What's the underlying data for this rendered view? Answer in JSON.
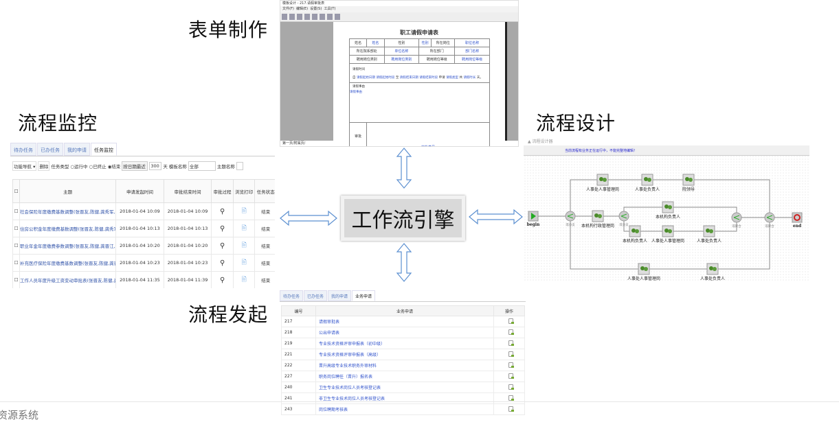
{
  "labels": {
    "form_design": "表单制作",
    "monitor": "流程监控",
    "design": "流程设计",
    "launch": "流程发起",
    "engine": "工作流引擎",
    "footer": "资源系统"
  },
  "form": {
    "title_bar": "模板设计 - 217.请假审批表",
    "menu": [
      "文件(F)",
      "编辑(E)",
      "设置(S)",
      "工具(T)"
    ],
    "page_tabs": "第一页/附属页/",
    "doc_title": "职工请假申请表",
    "rows": [
      [
        "姓名",
        "姓名",
        "性别",
        "性别",
        "所在岗位",
        "职位名称"
      ],
      [
        "所在院系部处",
        "单位名称",
        "所在部门",
        "部门名称"
      ],
      [
        "聘用岗位类别",
        "聘用岗位类别",
        "聘用岗位等级",
        "聘用岗位等级"
      ]
    ],
    "leave_time": "请假时间",
    "leave_line": [
      "自",
      "请假起始日期",
      "请假起始时段",
      "至",
      "请假结束日期",
      "请假结束时段",
      "申请",
      "请假类型",
      "共",
      "请假时长",
      "天。"
    ],
    "reason_label": "请假事由",
    "reason_value": "请假事由",
    "approve_label": "审批",
    "approve_value": "审批意见"
  },
  "monitor": {
    "tabs": [
      "待办任务",
      "已办任务",
      "我的申请",
      "任务监控"
    ],
    "toolbar": {
      "nav": "功能导航 ▾",
      "delete": "删除",
      "type_label": "任务类型",
      "radios": [
        "运行中",
        "已终止",
        "结束"
      ],
      "date_select": "按日期最近",
      "days": "300",
      "days_unit": "天",
      "template_label": "模板名称",
      "template_value": "全部",
      "subject_label": "主题名称"
    },
    "columns": [
      "主题",
      "申请发起时间",
      "审批结束时间",
      "审批过程",
      "浏览打印",
      "任务状态"
    ],
    "rows": [
      {
        "subject": "社会保险年度缴费基数调整(张晋友,陈健,龚秀军,龚晋...",
        "start": "2018-01-04 10:09",
        "end": "2018-01-04 10:09",
        "status": "结束"
      },
      {
        "subject": "住房公积金年度缴费基数调整(张晋友,陈健,龚秀军,龚...",
        "start": "2018-01-04 10:13",
        "end": "2018-01-04 10:13",
        "status": "结束"
      },
      {
        "subject": "职业年金年度缴费参数调整(张晋友,陈健,龚晋江,陈瑶...",
        "start": "2018-01-04 10:20",
        "end": "2018-01-04 10:20",
        "status": "结束"
      },
      {
        "subject": "补充医疗保险年度缴费基数调整(张晋友,陈健,龚晋江...",
        "start": "2018-01-04 10:23",
        "end": "2018-01-04 10:23",
        "status": "结束"
      },
      {
        "subject": "工作人员年度升级工资变动审批表(张晋友,陈健,龚秀...",
        "start": "2018-01-04 11:35",
        "end": "2018-01-04 11:39",
        "status": "结束"
      }
    ]
  },
  "design": {
    "title": "流程设计器",
    "toolbar_note": "当前流程有业务正在运行中，不能完整地编辑！",
    "nodes": {
      "begin": "begin",
      "end": "end",
      "split1": "或分支",
      "split2": "或分支",
      "join1": "或聚合",
      "join2": "或聚合",
      "a1": "人事处人事管理岗",
      "a2": "人事处负责人",
      "a3": "院领导",
      "b1": "本机构行政管理岗",
      "c1": "本机构负责人",
      "d1": "本机构负责人",
      "d2": "人事处人事管理岗",
      "d3": "人事处负责人",
      "e1": "人事处人事管理岗",
      "e2": "人事处负责人"
    }
  },
  "launch": {
    "tabs": [
      "待办任务",
      "已办任务",
      "我的申请",
      "业务申请"
    ],
    "columns": [
      "编号",
      "业务申请",
      "操作"
    ],
    "rows": [
      [
        "217",
        "请假审批表"
      ],
      [
        "218",
        "公出申请表"
      ],
      [
        "219",
        "专业技术资格评审申报表（初中级）"
      ],
      [
        "221",
        "专业技术资格评审申报表（高级）"
      ],
      [
        "222",
        "晋升高级专业技术职务外审材料"
      ],
      [
        "227",
        "职务岗位聘任（晋升）报名表"
      ],
      [
        "240",
        "卫生专业技术岗位人员考核登记表"
      ],
      [
        "241",
        "非卫生专业技术岗位人员考核登记表"
      ],
      [
        "243",
        "岗位聘期考核表"
      ]
    ]
  }
}
